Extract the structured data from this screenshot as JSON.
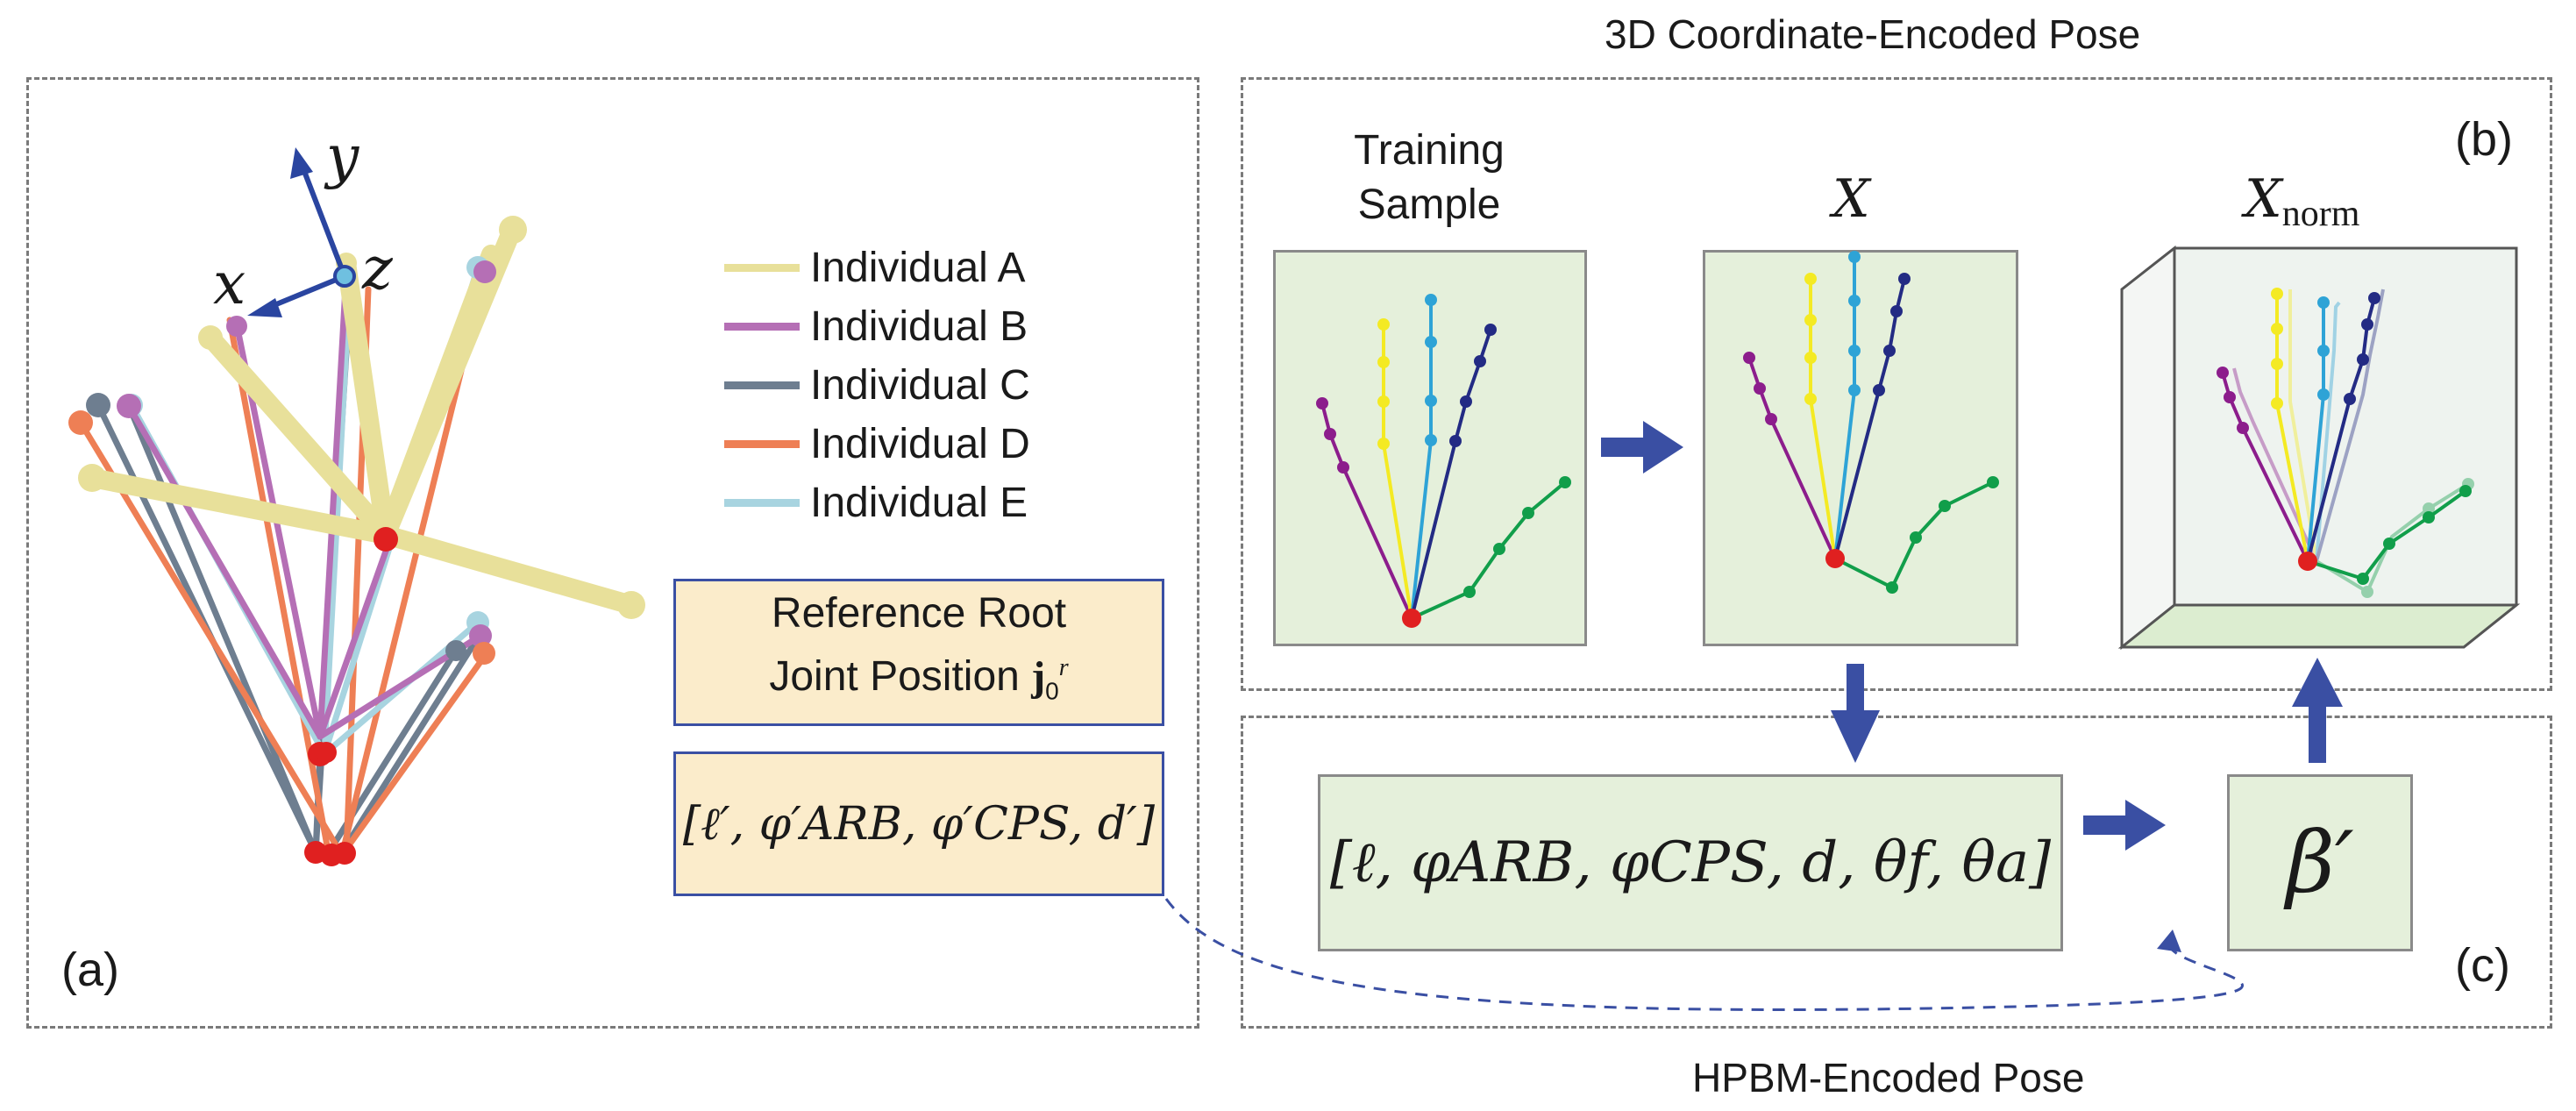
{
  "captions": {
    "top": "3D Coordinate-Encoded Pose",
    "bottom": "HPBM-Encoded Pose"
  },
  "panel_tags": {
    "a": "(a)",
    "b": "(b)",
    "c": "(c)"
  },
  "axes": {
    "x": "x",
    "y": "y",
    "z": "z"
  },
  "legend": [
    {
      "label": "Individual A",
      "color": "#e8e09a"
    },
    {
      "label": "Individual B",
      "color": "#b56fb5"
    },
    {
      "label": "Individual C",
      "color": "#6e7e90"
    },
    {
      "label": "Individual D",
      "color": "#ee7f55"
    },
    {
      "label": "Individual E",
      "color": "#a8d4e0"
    }
  ],
  "boxes": {
    "reference_line1": "Reference Root",
    "reference_line2": "Joint Position",
    "reference_symbol": "j",
    "reference_sub": "0",
    "reference_sup": "r",
    "params_prime": "[ℓ′, φ′ARB, φ′CPS, d′]",
    "params_full": "[ℓ, φARB, φCPS, d, θf, θa]",
    "beta": "β′"
  },
  "hand_labels": {
    "training_line1": "Training",
    "training_line2": "Sample",
    "x_label": "X",
    "xnorm_label": "X",
    "xnorm_sub": "norm"
  },
  "colors": {
    "accent_blue": "#3a4fa3",
    "box_green": "#e5f0db",
    "box_yellow": "#fbeccb",
    "root_red": "#e02020",
    "finger_thumb": "#119e4a",
    "finger_index": "#232b84",
    "finger_middle": "#2ea3d6",
    "finger_ring": "#f4ea23",
    "finger_little": "#8c1d8c"
  }
}
